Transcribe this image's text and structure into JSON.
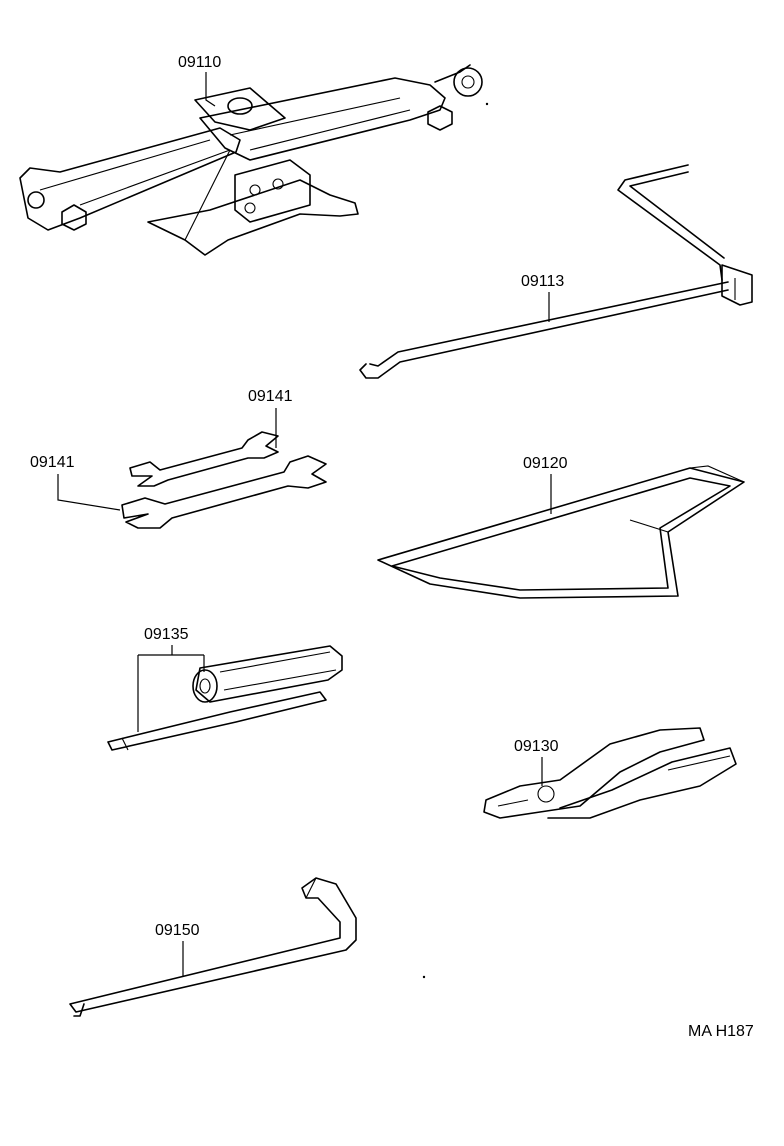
{
  "diagram": {
    "code": "MA H187",
    "labels": {
      "jack": "09110",
      "jack_handle": "09113",
      "wrench_small": "09141",
      "wrench_large": "09141",
      "tool_bag": "09120",
      "screwdriver": "09135",
      "pliers": "09130",
      "wheel_wrench": "09150"
    }
  }
}
